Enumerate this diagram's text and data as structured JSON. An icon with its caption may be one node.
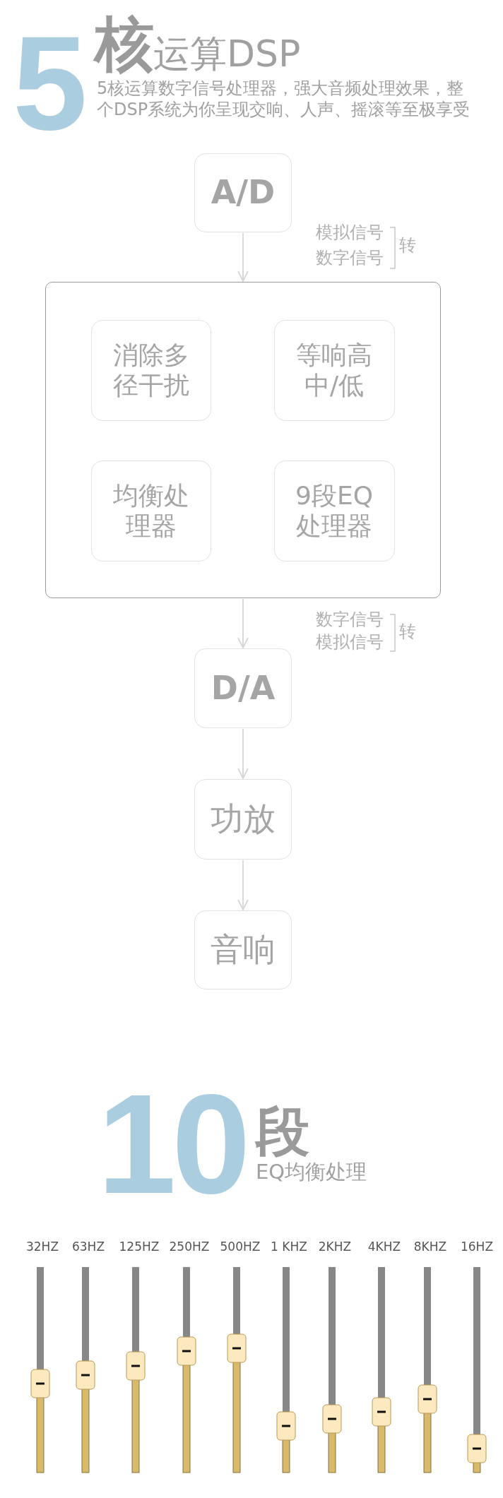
{
  "diagram": {
    "nodes": [
      {
        "text": [
          "A/D"
        ]
      },
      {
        "text": [],
        "shape": "box"
      },
      {
        "text": [
          "消除多径干扰"
        ],
        "in": 1
      },
      {
        "text": [
          "等响高中/低"
        ],
        "in": 1
      },
      {
        "text": [
          "均衡处理器"
        ],
        "in": 1
      },
      {
        "text": [
          "9段EQ处理器"
        ],
        "in": 1
      },
      {
        "text": [
          "D/A"
        ]
      },
      {
        "text": [
          "功放"
        ]
      },
      {
        "text": [
          "音响"
        ]
      }
    ],
    "edges": [
      {
        "from": 0,
        "to": 1,
        "arrow": "to"
      },
      {
        "from": 1,
        "to": 6,
        "arrow": "to"
      },
      {
        "from": 6,
        "to": 7,
        "arrow": "to"
      },
      {
        "from": 7,
        "to": 8,
        "arrow": "to"
      }
    ],
    "labels": [
      "5",
      "核",
      "运算DSP",
      "5核运算数字信号处理器，强大音频处理效果，整个DSP系统为你呈现交响、人声、摇滚等至极享受",
      "模拟信号",
      "数字信号",
      "转",
      "数字信号",
      "模拟信号",
      "转",
      "10",
      "段",
      "EQ均衡处理",
      "32HZ",
      "63HZ",
      "125HZ",
      "250HZ",
      "500HZ",
      "1 KHZ",
      "2KHZ",
      "4KHZ",
      "8KHZ",
      "16HZ"
    ]
  }
}
